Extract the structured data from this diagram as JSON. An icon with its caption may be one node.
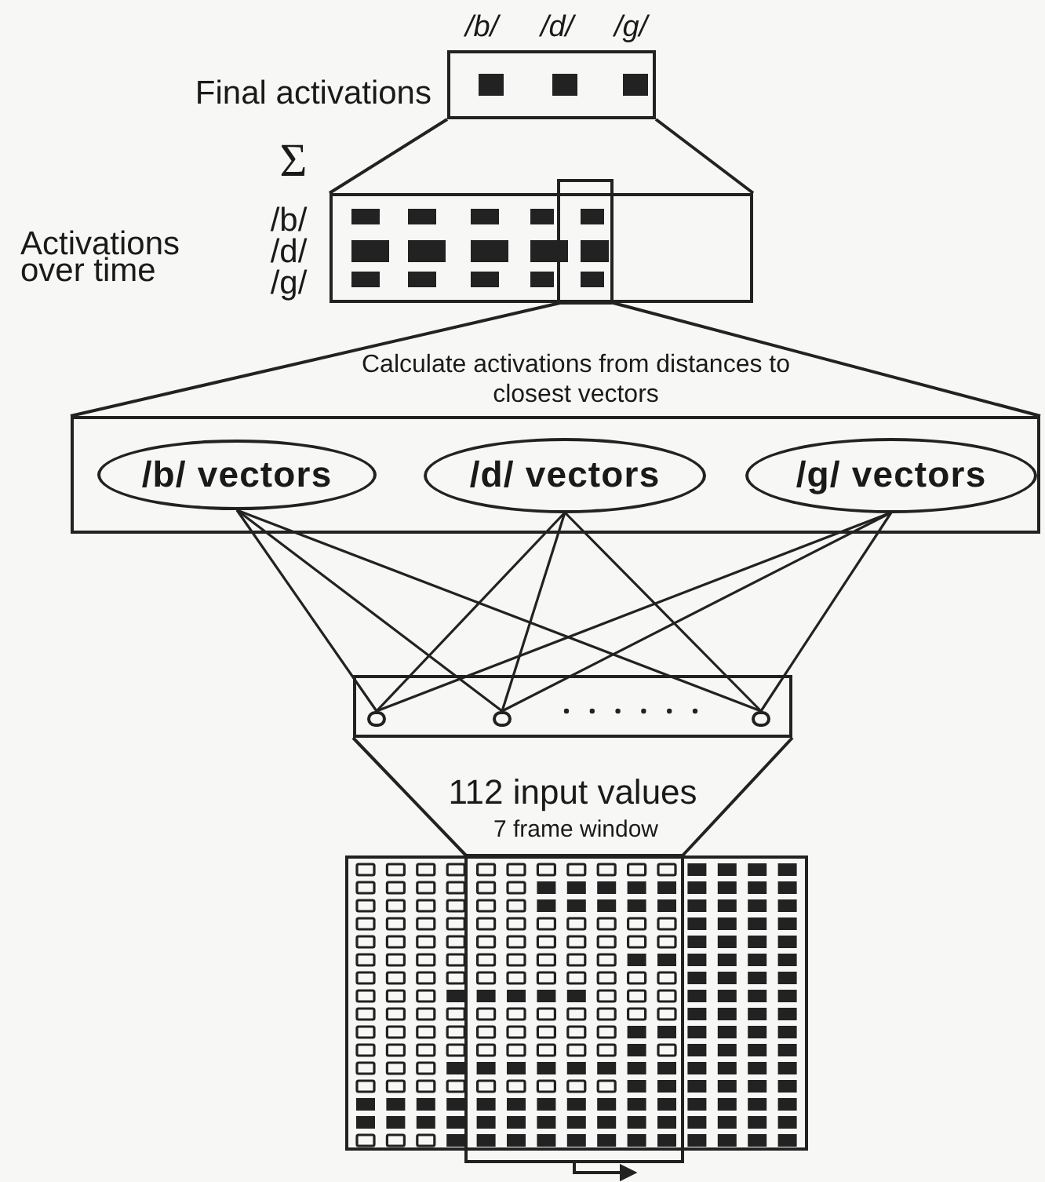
{
  "diagram": {
    "nodes": [
      {
        "text": [
          "Final activations"
        ],
        "beside": [
          "/b/",
          "/d/",
          "/g/"
        ]
      },
      {
        "text": [
          "Activations over time"
        ],
        "beside": [
          "/b/",
          "/d/",
          "/g/"
        ]
      },
      {
        "text": [
          "Calculate activations from distances to closest vectors"
        ]
      },
      {
        "text": [
          "/b/ vectors"
        ],
        "in": 2
      },
      {
        "text": [
          "/d/ vectors"
        ],
        "in": 2
      },
      {
        "text": [
          "/g/ vectors"
        ],
        "in": 2
      },
      {
        "text": [],
        "shape": "box"
      },
      {
        "text": [],
        "shape": "circle",
        "in": 6
      },
      {
        "text": [],
        "shape": "circle",
        "in": 6
      },
      {
        "text": [],
        "shape": "circle",
        "in": 6
      },
      {
        "text": [],
        "shape": "picture",
        "beside": [
          "7 frame window"
        ]
      }
    ],
    "edges": [
      {
        "from": 0,
        "to": 1,
        "arrow": "none"
      },
      {
        "from": 0,
        "to": 1,
        "arrow": "none"
      },
      {
        "from": 1,
        "to": 2,
        "arrow": "none"
      },
      {
        "from": 1,
        "to": 2,
        "arrow": "none"
      },
      {
        "from": 3,
        "to": 7,
        "arrow": "none"
      },
      {
        "from": 3,
        "to": 8,
        "arrow": "none"
      },
      {
        "from": 3,
        "to": 9,
        "arrow": "none"
      },
      {
        "from": 4,
        "to": 7,
        "arrow": "none"
      },
      {
        "from": 4,
        "to": 8,
        "arrow": "none"
      },
      {
        "from": 4,
        "to": 9,
        "arrow": "none"
      },
      {
        "from": 5,
        "to": 7,
        "arrow": "none"
      },
      {
        "from": 5,
        "to": 8,
        "arrow": "none"
      },
      {
        "from": 5,
        "to": 9,
        "arrow": "none"
      },
      {
        "from": 6,
        "to": 10,
        "arrow": "none"
      },
      {
        "from": 6,
        "to": 10,
        "arrow": "none"
      }
    ],
    "labels": [
      "Σ",
      "112 input values"
    ]
  }
}
